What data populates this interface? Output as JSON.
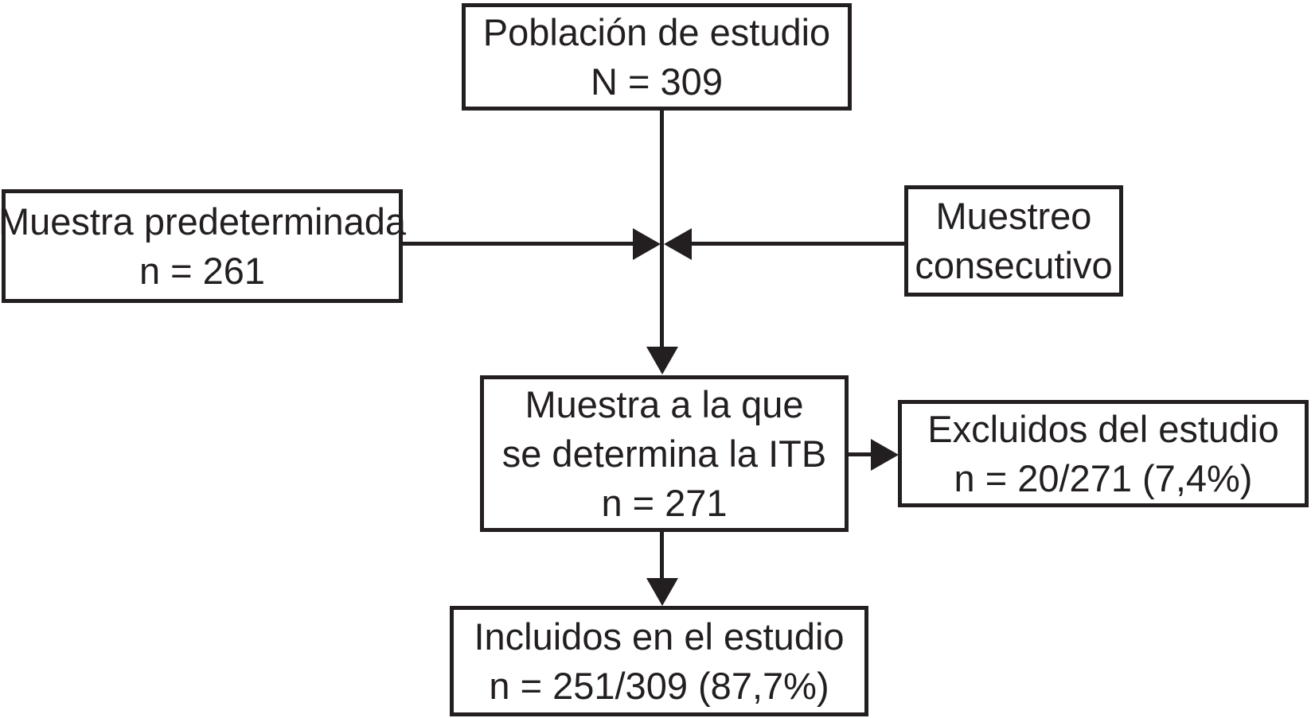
{
  "diagram": {
    "type": "flowchart",
    "background_color": "#ffffff",
    "ink_color": "#231f20",
    "boxes": {
      "population": {
        "lines": [
          "Población de estudio",
          "N = 309"
        ]
      },
      "predetermined_sample": {
        "lines": [
          "Muestra predeterminada",
          "n = 261"
        ]
      },
      "consecutive_sampling": {
        "lines": [
          "Muestreo",
          "consecutivo"
        ]
      },
      "itb_sample": {
        "lines": [
          "Muestra a la que",
          "se determina la ITB",
          "n = 271"
        ]
      },
      "excluded": {
        "lines": [
          "Excluidos del estudio",
          "n = 20/271 (7,4%)"
        ]
      },
      "included": {
        "lines": [
          "Incluidos en el estudio",
          "n = 251/309 (87,7%)"
        ]
      }
    },
    "connections": [
      {
        "from": "population",
        "to": "itb_sample",
        "style": "arrow-down"
      },
      {
        "from": "predetermined_sample",
        "to": "itb_sample",
        "style": "arrow-right-into-stem"
      },
      {
        "from": "consecutive_sampling",
        "to": "itb_sample",
        "style": "arrow-left-into-stem"
      },
      {
        "from": "itb_sample",
        "to": "excluded",
        "style": "arrow-right"
      },
      {
        "from": "itb_sample",
        "to": "included",
        "style": "arrow-down"
      }
    ]
  }
}
